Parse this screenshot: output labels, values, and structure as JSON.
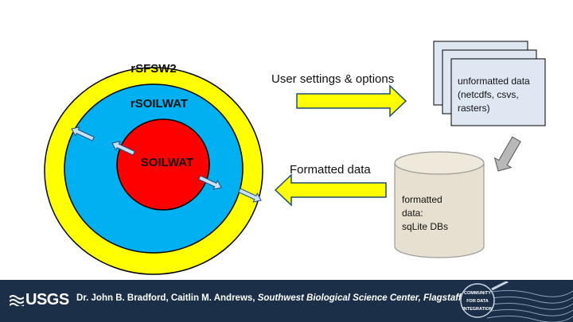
{
  "rings": {
    "outer": "rSFSW2",
    "middle": "rSOILWAT",
    "inner": "SOILWAT"
  },
  "flows": {
    "user_settings": "User settings & options",
    "formatted": "Formatted data"
  },
  "unformatted_box": {
    "line1": "unformatted data",
    "line2": "(netcdfs,  csvs,",
    "line3": "rasters)"
  },
  "database": {
    "line1": "formatted",
    "line2": "data:",
    "line3": "sqLite DBs"
  },
  "footer": {
    "logo": "USGS",
    "authors": "Dr. John B. Bradford, Caitlin M. Andrews,",
    "affiliation": "Southwest Biological Science Center, Flagstaff, AZ",
    "badge_line1": "COMMUNITY",
    "badge_line2": "FOR DATA",
    "badge_line3": "INTEGRATION"
  },
  "colors": {
    "outer_ring": "#ffff00",
    "middle_ring": "#00b0f0",
    "inner_circle": "#ff0000",
    "arrow_fill": "#ffff00",
    "small_arrow_fill": "#c6e0f5",
    "box_fill": "#dfe7f2",
    "db_fill": "#e7e0d0",
    "footer_bg": "#1b2f49"
  }
}
